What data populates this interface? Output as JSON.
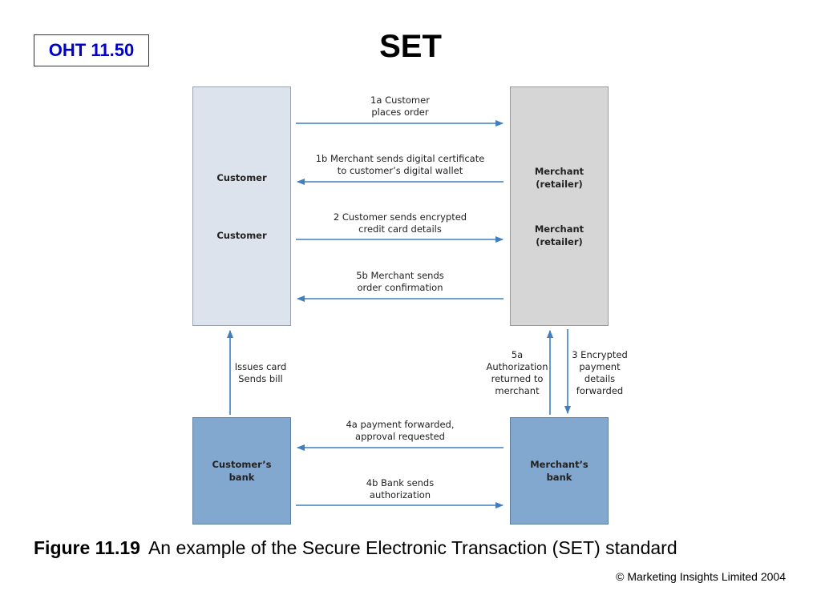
{
  "slide": {
    "badge": "OHT 11.50",
    "title": "SET"
  },
  "diagram": {
    "nodes": {
      "customer": {
        "label_1": "Customer",
        "label_2": "Customer"
      },
      "merchant": {
        "label_1": [
          "Merchant",
          "(retailer)"
        ],
        "label_2": [
          "Merchant",
          "(retailer)"
        ]
      },
      "customer_bank": [
        "Customer’s",
        "bank"
      ],
      "merchant_bank": [
        "Merchant’s",
        "bank"
      ]
    },
    "flows": {
      "f1a": [
        "1a Customer",
        "places order"
      ],
      "f1b": [
        "1b Merchant sends digital certificate",
        "to customer’s digital wallet"
      ],
      "f2": [
        "2 Customer sends encrypted",
        "credit card details"
      ],
      "f5b": [
        "5b Merchant sends",
        "order confirmation"
      ],
      "issues": [
        "Issues card",
        "Sends bill"
      ],
      "f5a": [
        "5a",
        "Authorization",
        "returned to",
        "merchant"
      ],
      "f3": [
        "3 Encrypted",
        "payment",
        "details",
        "forwarded"
      ],
      "f4a": [
        "4a payment forwarded,",
        "approval requested"
      ],
      "f4b": [
        "4b Bank sends",
        "authorization"
      ]
    },
    "arrow_color": "#3f7fbf"
  },
  "caption": {
    "label": "Figure 11.19",
    "text": "An example of the Secure Electronic Transaction (SET) standard"
  },
  "copyright": "© Marketing Insights Limited 2004"
}
